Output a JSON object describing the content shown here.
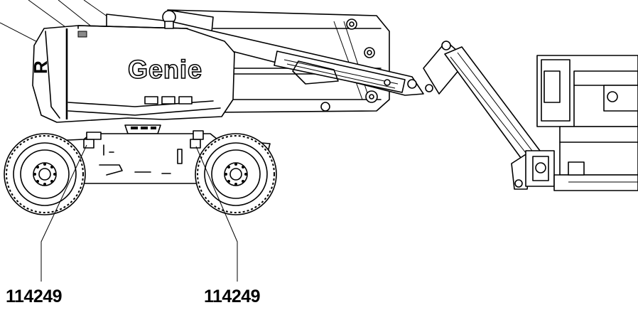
{
  "brand": {
    "logo_text": "Genie"
  },
  "callouts": {
    "left_label": "114249",
    "right_label": "114249"
  },
  "colors": {
    "line": "#000000",
    "background": "#ffffff",
    "decal": "#8a8a8a"
  }
}
